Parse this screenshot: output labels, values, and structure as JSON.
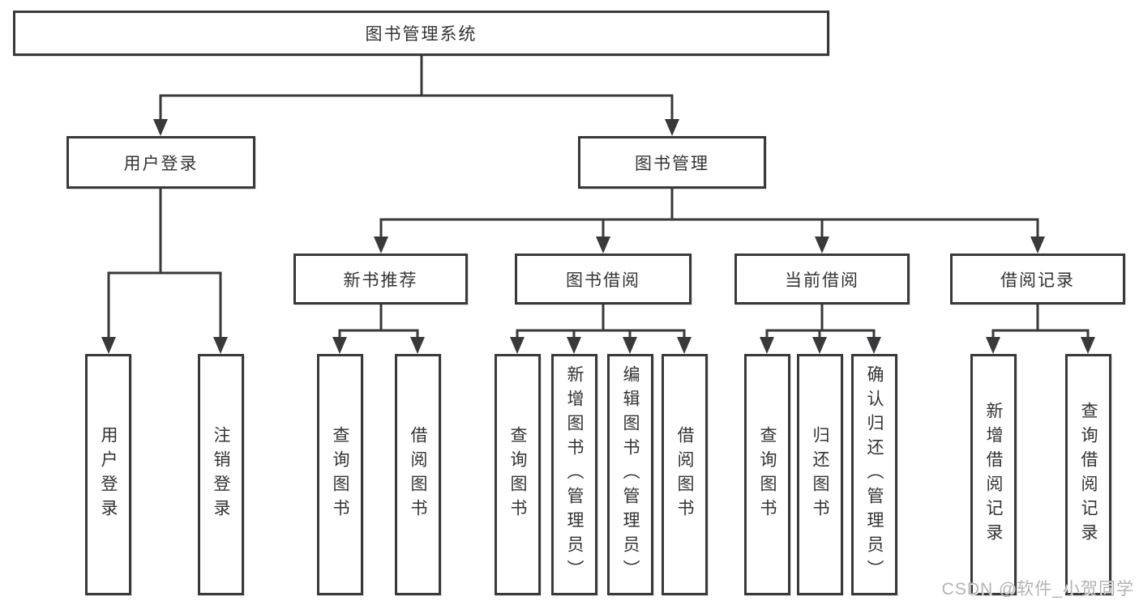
{
  "colors": {
    "line": "#39393b",
    "text": "#333333",
    "watermark": "#b3b3b3",
    "background": "#ffffff"
  },
  "diagram": {
    "root": {
      "label": "图书管理系统"
    },
    "branches": [
      {
        "label": "用户登录",
        "children": [
          {
            "label": "用户登录"
          },
          {
            "label": "注销登录"
          }
        ]
      },
      {
        "label": "图书管理",
        "children": [
          {
            "label": "新书推荐",
            "children": [
              {
                "label": "查询图书"
              },
              {
                "label": "借阅图书"
              }
            ]
          },
          {
            "label": "图书借阅",
            "children": [
              {
                "label": "查询图书"
              },
              {
                "label": "新增图书（管理员）"
              },
              {
                "label": "编辑图书（管理员）"
              },
              {
                "label": "借阅图书"
              }
            ]
          },
          {
            "label": "当前借阅",
            "children": [
              {
                "label": "查询图书"
              },
              {
                "label": "归还图书"
              },
              {
                "label": "确认归还（管理员）"
              }
            ]
          },
          {
            "label": "借阅记录",
            "children": [
              {
                "label": "新增借阅记录"
              },
              {
                "label": "查询借阅记录"
              }
            ]
          }
        ]
      }
    ]
  },
  "watermark": "CSDN @软件_小贺同学"
}
